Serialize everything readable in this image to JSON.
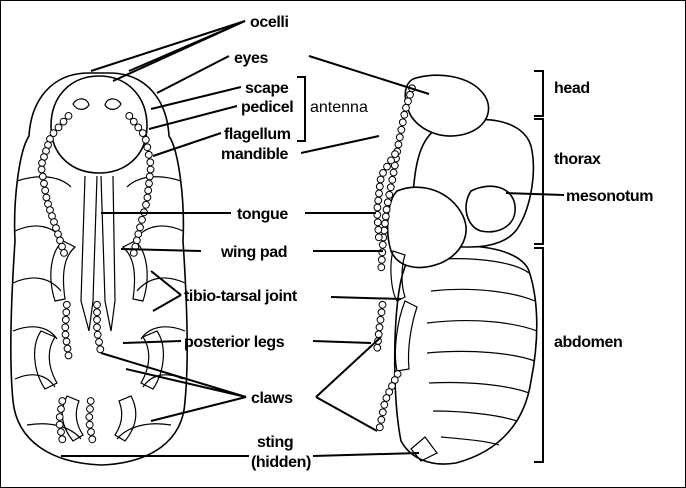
{
  "labels": {
    "ocelli": "ocelli",
    "eyes": "eyes",
    "scape": "scape",
    "pedicel": "pedicel",
    "antenna": "antenna",
    "flagellum": "flagellum",
    "mandible": "mandible",
    "tongue": "tongue",
    "wing_pad": "wing pad",
    "tibio_tarsal_joint": "tibio-tarsal joint",
    "posterior_legs": "posterior legs",
    "claws": "claws",
    "sting": "sting",
    "sting_hidden": "(hidden)",
    "head": "head",
    "thorax": "thorax",
    "mesonotum": "mesonotum",
    "abdomen": "abdomen"
  },
  "colors": {
    "ink": "#000000",
    "background": "#ffffff"
  }
}
